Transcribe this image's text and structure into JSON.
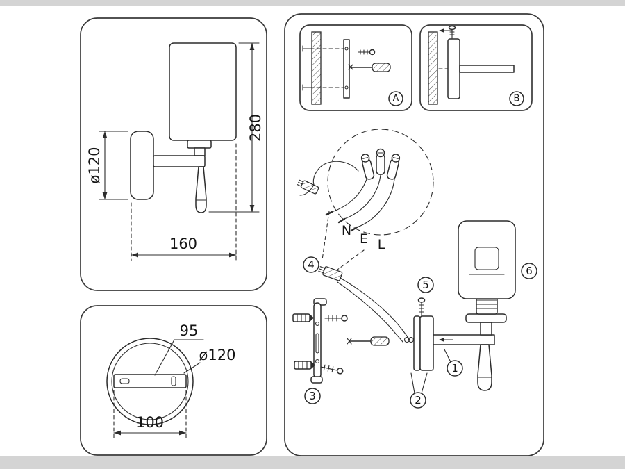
{
  "colors": {
    "background": "#d4d4d4",
    "canvas": "#ffffff",
    "line": "#2c2c2c"
  },
  "side_view": {
    "plate_diameter": "ø120",
    "height": "280",
    "depth": "160"
  },
  "top_view": {
    "slot_dim": "95",
    "diameter": "ø120",
    "width": "100"
  },
  "assembly": {
    "detail_a": "A",
    "detail_b": "B",
    "wire_n": "N",
    "wire_e": "E",
    "wire_l": "L",
    "part_1": "1",
    "part_2": "2",
    "part_3": "3",
    "part_4": "4",
    "part_5": "5",
    "part_6": "6"
  }
}
